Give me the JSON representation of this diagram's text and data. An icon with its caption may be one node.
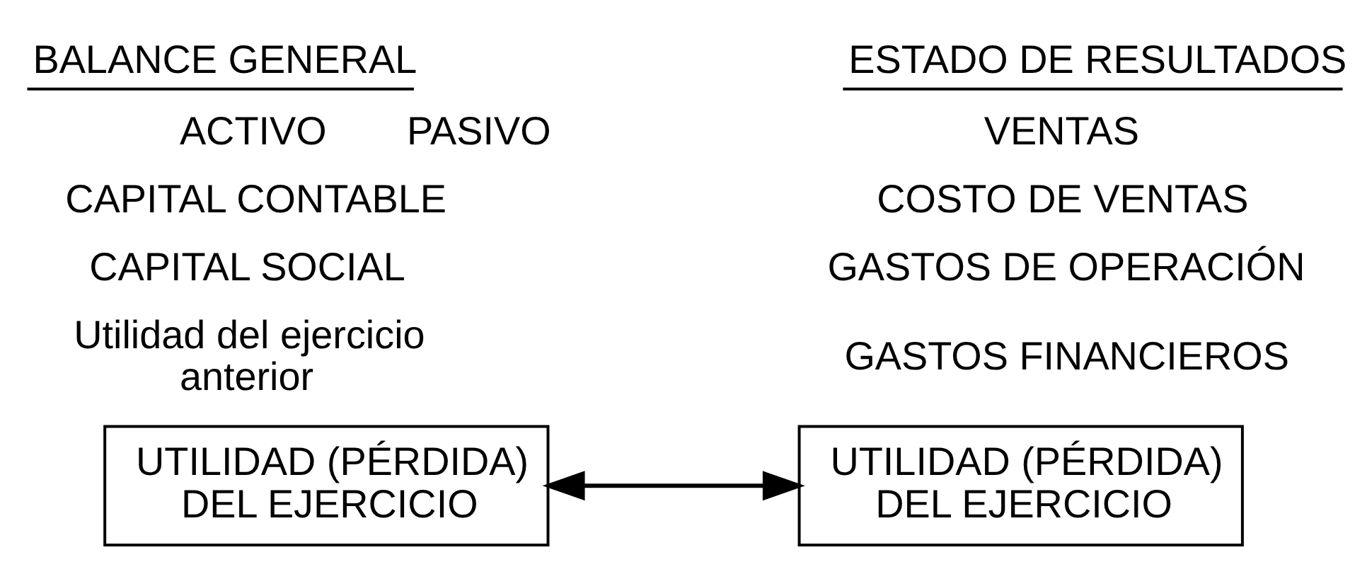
{
  "diagram": {
    "nodes": [
      {
        "text": [
          "UTILIDAD (PÉRDIDA) DEL EJERCICIO"
        ]
      },
      {
        "text": [
          "UTILIDAD (PÉRDIDA) DEL EJERCICIO"
        ]
      }
    ],
    "edges": [
      {
        "from": 0,
        "to": 1,
        "arrow": "both"
      }
    ],
    "labels": [
      "BALANCE GENERAL",
      "ACTIVO",
      "PASIVO",
      "CAPITAL CONTABLE",
      "CAPITAL SOCIAL",
      "Utilidad del ejercicio anterior",
      "ESTADO DE RESULTADOS",
      "VENTAS",
      "COSTO DE VENTAS",
      "GASTOS DE OPERACIÓN",
      "GASTOS FINANCIEROS"
    ]
  }
}
